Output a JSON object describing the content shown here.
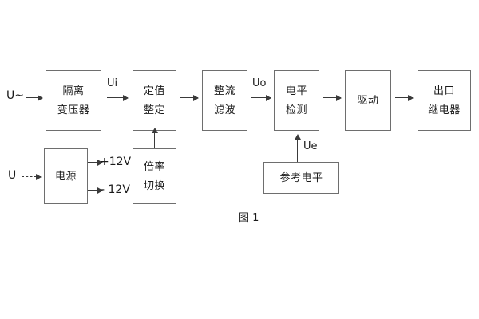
{
  "diagram": {
    "caption": "图 1",
    "blocks": [
      {
        "id": "isolation-transformer",
        "lines": [
          "隔离",
          "变压器"
        ]
      },
      {
        "id": "setting-value",
        "lines": [
          "定值",
          "整定"
        ]
      },
      {
        "id": "rectifier-filter",
        "lines": [
          "整流",
          "滤波"
        ]
      },
      {
        "id": "level-detection",
        "lines": [
          "电平",
          "检测"
        ]
      },
      {
        "id": "drive",
        "lines": [
          "驱动"
        ]
      },
      {
        "id": "output-relay",
        "lines": [
          "出口",
          "继电器"
        ]
      },
      {
        "id": "power-supply",
        "lines": [
          "电源"
        ]
      },
      {
        "id": "multiplier-switch",
        "lines": [
          "倍率",
          "切换"
        ]
      },
      {
        "id": "reference-level",
        "lines": [
          "参考电平"
        ]
      }
    ],
    "labels": {
      "ac_input": "U~",
      "dc_input": "U",
      "ui": "Ui",
      "uo": "Uo",
      "ue": "Ue",
      "supply_positive": "+12V",
      "supply_negative": "- 12V"
    }
  }
}
